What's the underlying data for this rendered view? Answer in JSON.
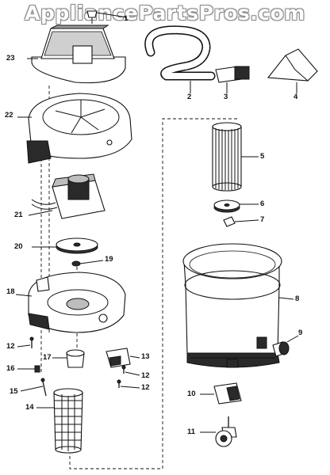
{
  "watermark": "AppliancePartsPros.com",
  "labels": {
    "p1": "1",
    "p2": "2",
    "p3": "3",
    "p4": "4",
    "p5": "5",
    "p6": "6",
    "p7": "7",
    "p8": "8",
    "p9": "9",
    "p10": "10",
    "p11": "11",
    "p12a": "12",
    "p12b": "12",
    "p12c": "12",
    "p13": "13",
    "p14": "14",
    "p15": "15",
    "p16": "16",
    "p17": "17",
    "p18": "18",
    "p19": "19",
    "p20": "20",
    "p21": "21",
    "p22": "22",
    "p23": "23"
  }
}
